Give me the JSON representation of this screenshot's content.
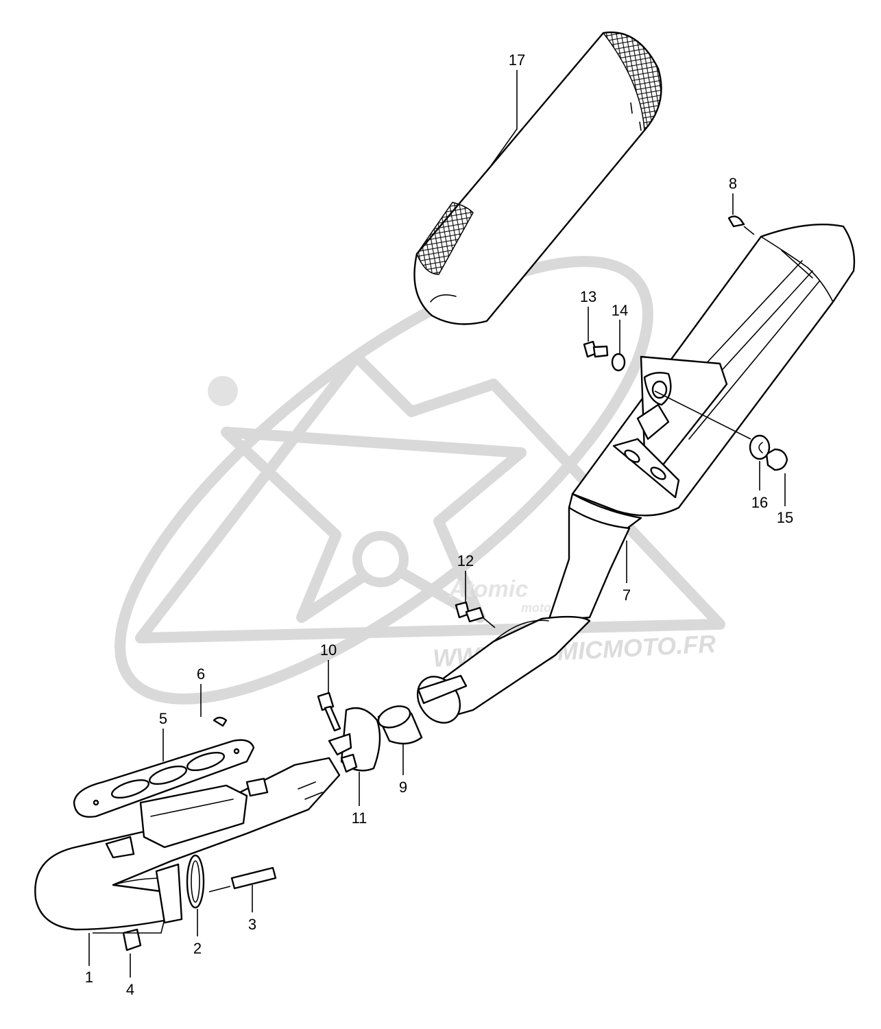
{
  "watermark": {
    "brand": "Atomic",
    "brand_sub": "moto",
    "url": "WWW.ATOMICMOTO.FR"
  },
  "callouts": {
    "c1": "1",
    "c2": "2",
    "c3": "3",
    "c4": "4",
    "c5": "5",
    "c6": "6",
    "c7": "7",
    "c8": "8",
    "c9": "9",
    "c10": "10",
    "c11": "11",
    "c12": "12",
    "c13": "13",
    "c14": "14",
    "c15": "15",
    "c16": "16",
    "c17": "17"
  },
  "colors": {
    "line": "#000000",
    "watermark": "#d9d9d9",
    "background": "#ffffff"
  }
}
